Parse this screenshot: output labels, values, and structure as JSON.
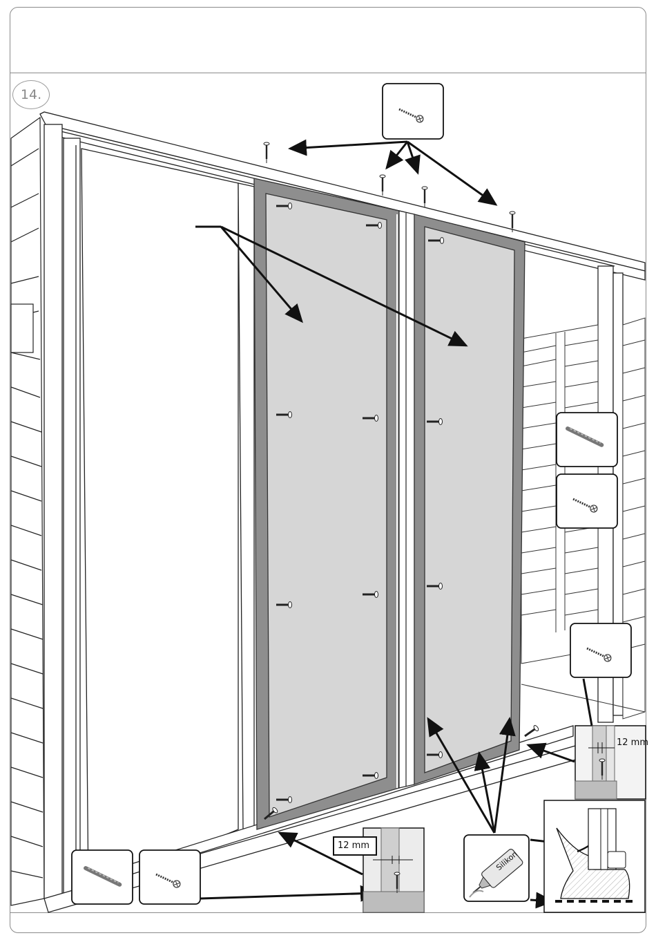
{
  "step": {
    "number": "14."
  },
  "labels": {
    "gap_bottom": "12 mm",
    "gap_right": "12 mm",
    "sealant": "Silikon"
  },
  "colors": {
    "line": "#111111",
    "panel_fill": "#d6d6d6",
    "panel_frame": "#8e8e8e",
    "border": "#8a8a8a"
  },
  "icons": [
    "screw-icon",
    "drill-bit-icon",
    "silicone-tube-icon"
  ]
}
